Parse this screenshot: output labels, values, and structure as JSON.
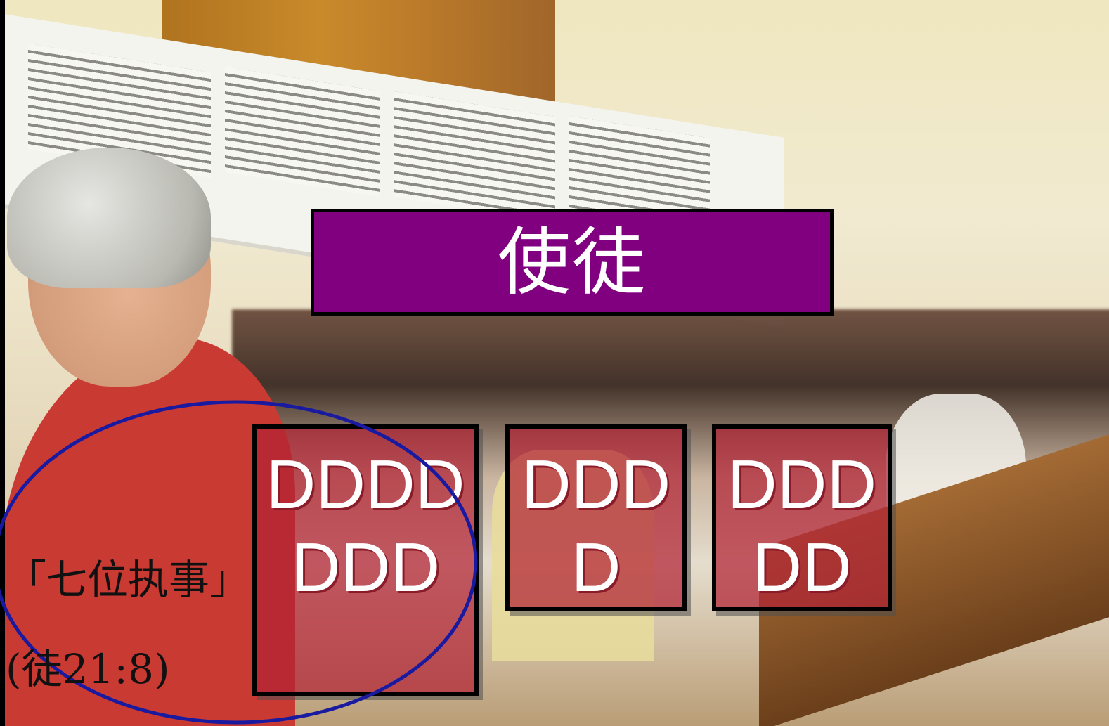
{
  "slide": {
    "title": "使徒",
    "cards": [
      {
        "label": "DDDD\nDDD"
      },
      {
        "label": "DDD\nD"
      },
      {
        "label": "DDD\nDD"
      }
    ],
    "left_caption_line1": "「七位执事」",
    "left_caption_line2": "(徒21:8)"
  },
  "colors": {
    "title_bg": "#800080",
    "card_bg": "#b22234",
    "ellipse": "#1a1aa0"
  }
}
